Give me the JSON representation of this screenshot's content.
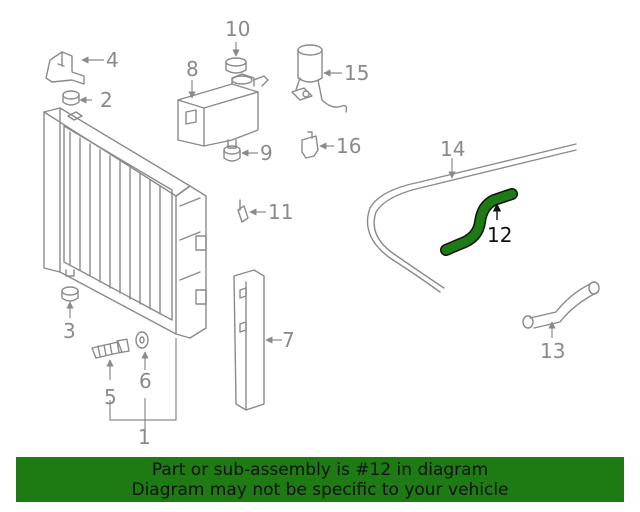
{
  "callouts": {
    "p1": "1",
    "p2": "2",
    "p3": "3",
    "p4": "4",
    "p5": "5",
    "p6": "6",
    "p7": "7",
    "p8": "8",
    "p9": "9",
    "p10": "10",
    "p11": "11",
    "p12": "12",
    "p13": "13",
    "p14": "14",
    "p15": "15",
    "p16": "16"
  },
  "banner": {
    "line1": "Part or sub-assembly is #12 in diagram",
    "line2": "Diagram may not be specific to your vehicle"
  },
  "colors": {
    "highlight_part": "#1e7a12",
    "banner_bg": "#1e7a12",
    "line_art": "#8a8a8a"
  }
}
